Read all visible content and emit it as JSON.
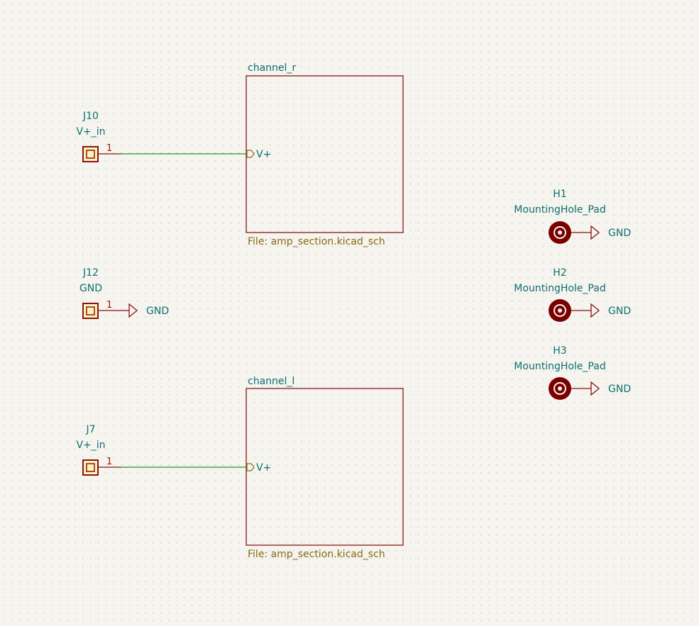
{
  "colors": {
    "background": "#f5f4ef",
    "grid_dot": "#c4c4bd",
    "reference_text": "#0f6f6f",
    "sheet_border": "#8a1a1a",
    "sheet_file_text": "#8a6a10",
    "pin_number": "#a01414",
    "wire": "#1f9a1f",
    "connector_fill": "#fff3b8",
    "connector_border": "#8a1414",
    "power_symbol": "#8a1414",
    "mounting_hole": "#7a0000"
  },
  "sheets": [
    {
      "id": "channel-r",
      "name": "channel_r",
      "file": "File: amp_section.kicad_sch",
      "pin": "V+"
    },
    {
      "id": "channel-l",
      "name": "channel_l",
      "file": "File: amp_section.kicad_sch",
      "pin": "V+"
    }
  ],
  "connectors": [
    {
      "id": "j10",
      "ref": "J10",
      "value": "V+_in",
      "pin_number": "1"
    },
    {
      "id": "j12",
      "ref": "J12",
      "value": "GND",
      "pin_number": "1",
      "power_label": "GND"
    },
    {
      "id": "j7",
      "ref": "J7",
      "value": "V+_in",
      "pin_number": "1"
    }
  ],
  "mounting_holes": [
    {
      "id": "h1",
      "ref": "H1",
      "value": "MountingHole_Pad",
      "power_label": "GND"
    },
    {
      "id": "h2",
      "ref": "H2",
      "value": "MountingHole_Pad",
      "power_label": "GND"
    },
    {
      "id": "h3",
      "ref": "H3",
      "value": "MountingHole_Pad",
      "power_label": "GND"
    }
  ]
}
